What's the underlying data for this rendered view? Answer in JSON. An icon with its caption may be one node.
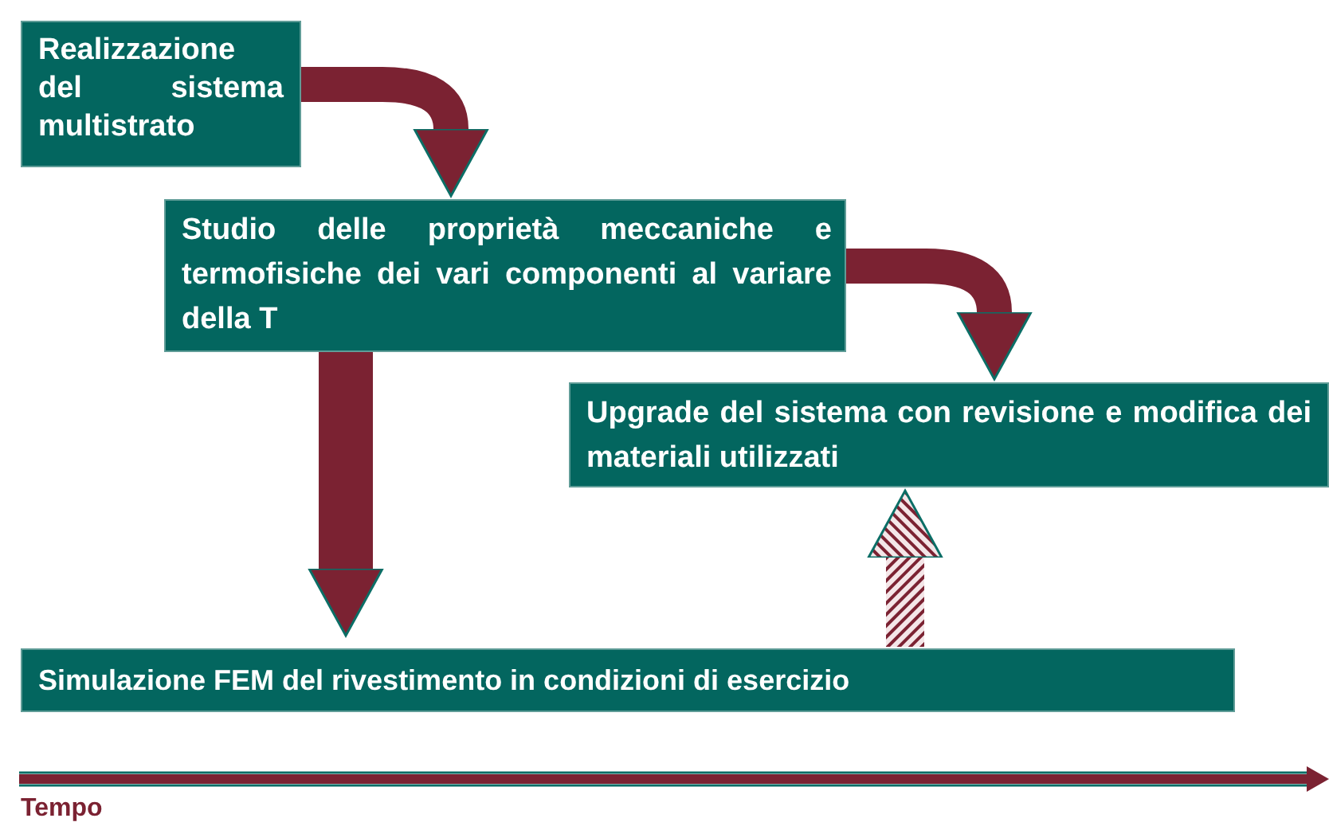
{
  "diagram": {
    "nodes": [
      {
        "text": [
          "Realizzazione del sistema multistrato"
        ]
      },
      {
        "text": [
          "Studio delle proprietà meccaniche e termofisiche dei vari componenti al variare della T"
        ]
      },
      {
        "text": [
          "Upgrade del sistema con revisione e modifica dei materiali utilizzati"
        ]
      },
      {
        "text": [
          "Simulazione FEM del rivestimento in condizioni di esercizio"
        ]
      }
    ],
    "edges": [
      {
        "from": 0,
        "to": 1,
        "arrow": "to"
      },
      {
        "from": 1,
        "to": 2,
        "arrow": "to"
      },
      {
        "from": 1,
        "to": 3,
        "arrow": "to"
      },
      {
        "from": 3,
        "to": 2,
        "arrow": "to",
        "style": "dashed"
      }
    ],
    "labels": [
      "Tempo"
    ]
  }
}
